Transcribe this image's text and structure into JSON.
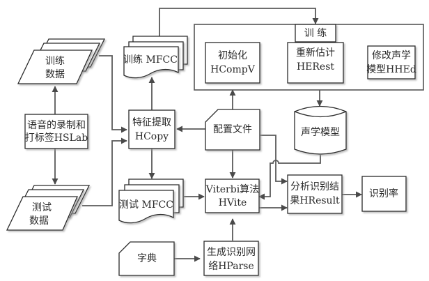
{
  "nodes": {
    "train_data": {
      "line1": "训练",
      "line2": "数据"
    },
    "test_data": {
      "line1": "测试",
      "line2": "数据"
    },
    "hslab": {
      "line1": "语音的录制和",
      "line2": "打标签HSLab"
    },
    "train_mfcc": {
      "label": "训练  MFCC"
    },
    "test_mfcc": {
      "label": "测试  MFCC"
    },
    "hcopy": {
      "line1": "特征提取",
      "line2": "HCopy"
    },
    "config": {
      "label": "配置文件"
    },
    "training_group": {
      "label": "训 练"
    },
    "hcompv": {
      "line1": "初始化",
      "line2": "HCompV"
    },
    "herest": {
      "line1": "重新估计",
      "line2": "HERest"
    },
    "hhed": {
      "line1": "修改声学",
      "line2": "模型HHEd"
    },
    "acoustic_model": {
      "label": "声学模型"
    },
    "hvite": {
      "line1": "Viterbi算法",
      "line2": "HVite"
    },
    "hresult": {
      "line1": "分析识别结",
      "line2": "果HResult"
    },
    "recog_rate": {
      "label": "识别率"
    },
    "dictionary": {
      "label": "字典"
    },
    "hparse": {
      "line1": "生成识别网",
      "line2": "络HParse"
    }
  },
  "edges": [
    {
      "from": "hslab",
      "to": "train_data"
    },
    {
      "from": "hslab",
      "to": "test_data"
    },
    {
      "from": "train_data",
      "to": "hcopy"
    },
    {
      "from": "test_data",
      "to": "hcopy"
    },
    {
      "from": "hcopy",
      "to": "train_mfcc"
    },
    {
      "from": "hcopy",
      "to": "test_mfcc"
    },
    {
      "from": "config",
      "to": "hcopy"
    },
    {
      "from": "config",
      "to": "training_group"
    },
    {
      "from": "config",
      "to": "hvite"
    },
    {
      "from": "config",
      "to": "hresult"
    },
    {
      "from": "train_mfcc",
      "to": "training_group"
    },
    {
      "from": "hcompv",
      "to": "herest"
    },
    {
      "from": "herest",
      "to": "hhed"
    },
    {
      "from": "training_group",
      "to": "acoustic_model"
    },
    {
      "from": "acoustic_model",
      "to": "hvite"
    },
    {
      "from": "test_mfcc",
      "to": "hvite"
    },
    {
      "from": "hvite",
      "to": "hresult"
    },
    {
      "from": "hresult",
      "to": "recog_rate"
    },
    {
      "from": "dictionary",
      "to": "hparse"
    },
    {
      "from": "hparse",
      "to": "hvite"
    }
  ]
}
